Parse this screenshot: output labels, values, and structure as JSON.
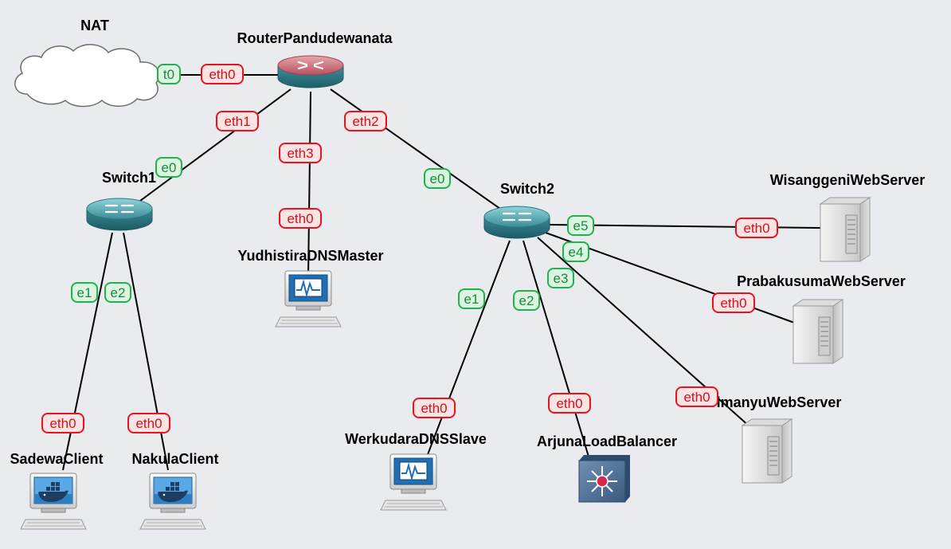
{
  "nodes": {
    "nat": {
      "label": "NAT",
      "icon": "cloud-icon"
    },
    "router": {
      "label": "RouterPandudewanata",
      "icon": "router-icon"
    },
    "switch1": {
      "label": "Switch1",
      "icon": "switch-icon"
    },
    "switch2": {
      "label": "Switch2",
      "icon": "switch-icon"
    },
    "yudhistira": {
      "label": "YudhistiraDNSMaster",
      "icon": "vpcs-computer-icon"
    },
    "werkudara": {
      "label": "WerkudaraDNSSlave",
      "icon": "vpcs-computer-icon"
    },
    "sadewa": {
      "label": "SadewaClient",
      "icon": "docker-computer-icon"
    },
    "nakula": {
      "label": "NakulaClient",
      "icon": "docker-computer-icon"
    },
    "arjuna": {
      "label": "ArjunaLoadBalancer",
      "icon": "load-balancer-icon"
    },
    "wisanggeni": {
      "label": "WisanggeniWebServer",
      "icon": "server-icon"
    },
    "prabakusuma": {
      "label": "PrabakusumaWebServer",
      "icon": "server-icon"
    },
    "abimanyu": {
      "label": "AbimanyuWebServer",
      "icon": "server-icon"
    }
  },
  "ports": {
    "nat_eth0": "t0",
    "router_eth0": "eth0",
    "router_eth1": "eth1",
    "router_eth2": "eth2",
    "router_eth3": "eth3",
    "switch1_e0": "e0",
    "switch1_e1": "e1",
    "switch1_e2": "e2",
    "switch2_e0": "e0",
    "switch2_e1": "e1",
    "switch2_e2": "e2",
    "switch2_e3": "e3",
    "switch2_e4": "e4",
    "switch2_e5": "e5",
    "yudhistira_eth0": "eth0",
    "werkudara_eth0": "eth0",
    "sadewa_eth0": "eth0",
    "nakula_eth0": "eth0",
    "arjuna_eth0": "eth0",
    "wisanggeni_eth0": "eth0",
    "prabakusuma_eth0": "eth0",
    "abimanyu_eth0": "eth0"
  },
  "colors": {
    "background": "#e9ebee",
    "link": "#000000",
    "port_green_stroke": "#22b14c",
    "port_green_fill": "#dcf5e3",
    "port_green_text": "#1a8a3a",
    "port_red_stroke": "#e6141e",
    "port_red_fill": "#fde4e4",
    "port_red_text": "#d40f19"
  }
}
